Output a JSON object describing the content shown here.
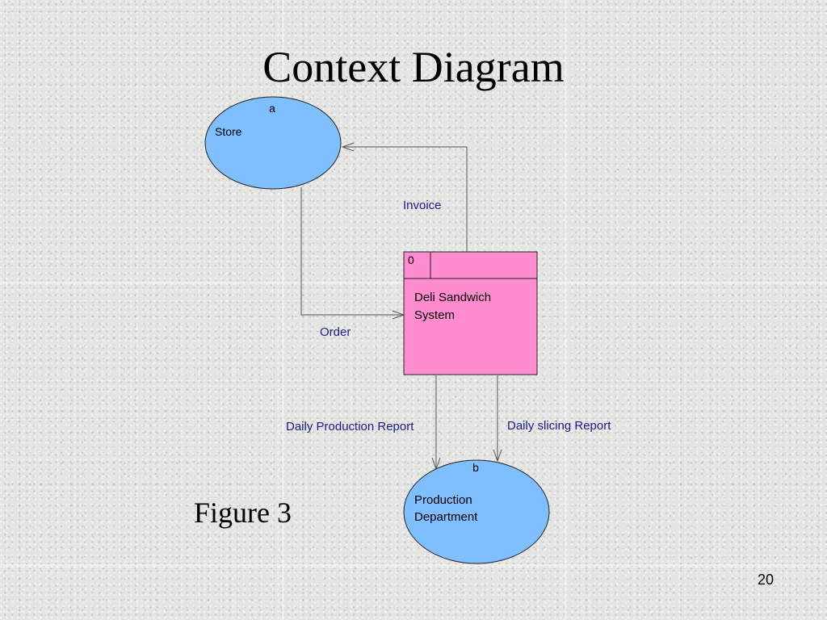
{
  "slide": {
    "title": "Context Diagram",
    "figure_caption": "Figure 3",
    "page_number": "20"
  },
  "diagram": {
    "entities": [
      {
        "id": "a",
        "label": "Store",
        "fill": "#80bfff"
      },
      {
        "id": "b",
        "label_lines": [
          "Production",
          "Department"
        ],
        "fill": "#80bfff"
      }
    ],
    "process": {
      "id": "0",
      "label_lines": [
        "Deli Sandwich",
        "System"
      ],
      "fill": "#ff8ccf"
    },
    "flows": [
      {
        "label": "Invoice",
        "from": "Deli Sandwich System",
        "to": "Store"
      },
      {
        "label": "Order",
        "from": "Store",
        "to": "Deli Sandwich System"
      },
      {
        "label": "Daily Production Report",
        "from": "Deli Sandwich System",
        "to": "Production Department"
      },
      {
        "label": "Daily slicing Report",
        "from": "Deli Sandwich System",
        "to": "Production Department"
      }
    ],
    "label_color": "#1a1a8c"
  }
}
